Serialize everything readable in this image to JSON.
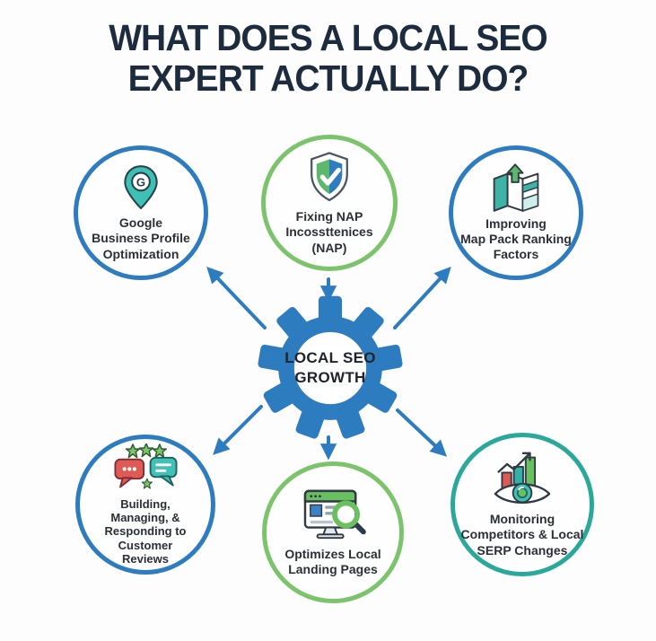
{
  "title": {
    "line1": "WHAT DOES A LOCAL SEO",
    "line2": "EXPERT ACTUALLY DO?"
  },
  "center": {
    "lines": [
      "LOCAL SEO",
      "GROWTH"
    ]
  },
  "nodes": [
    {
      "id": "google-business-profile",
      "border_color": "#2e7cc0",
      "icon": "location-pin-g-icon",
      "icon_letter": "G",
      "lines": [
        "Google",
        "Business Profile",
        "Optimization"
      ]
    },
    {
      "id": "fixing-nap",
      "border_color": "#7cc46c",
      "icon": "shield-check-icon",
      "lines": [
        "Fixing NAP",
        "Incossttenices",
        "(NAP)"
      ]
    },
    {
      "id": "map-pack-ranking",
      "border_color": "#2e7cc0",
      "icon": "map-up-arrow-icon",
      "lines": [
        "Improving",
        "Map Pack Ranking",
        "Factors"
      ]
    },
    {
      "id": "customer-reviews",
      "border_color": "#2e7cc0",
      "icon": "review-bubbles-stars-icon",
      "lines": [
        "Building,",
        "Managing, &",
        "Responding to",
        "Customer",
        "Reviews"
      ]
    },
    {
      "id": "local-landing-pages",
      "border_color": "#7cc46c",
      "icon": "webpage-magnifier-icon",
      "lines": [
        "Optimizes Local",
        "Landing Pages"
      ]
    },
    {
      "id": "monitoring-serp",
      "border_color": "#2aa99b",
      "icon": "chart-eye-icon",
      "lines": [
        "Monitoring",
        "Competitors & Local",
        "SERP Changes"
      ]
    }
  ],
  "icons": [
    "location-pin-g-icon",
    "shield-check-icon",
    "map-up-arrow-icon",
    "review-bubbles-stars-icon",
    "webpage-magnifier-icon",
    "chart-eye-icon",
    "gear-icon"
  ],
  "colors": {
    "title": "#1c2b3d",
    "accent_blue": "#2e7cc0",
    "accent_green": "#7cc46c",
    "accent_teal": "#2aa99b",
    "icon_red": "#e05a55",
    "icon_teal": "#3fc0b4",
    "icon_green": "#5cb86a",
    "label_text": "#2b2f36",
    "background": "#fdfdfd"
  }
}
